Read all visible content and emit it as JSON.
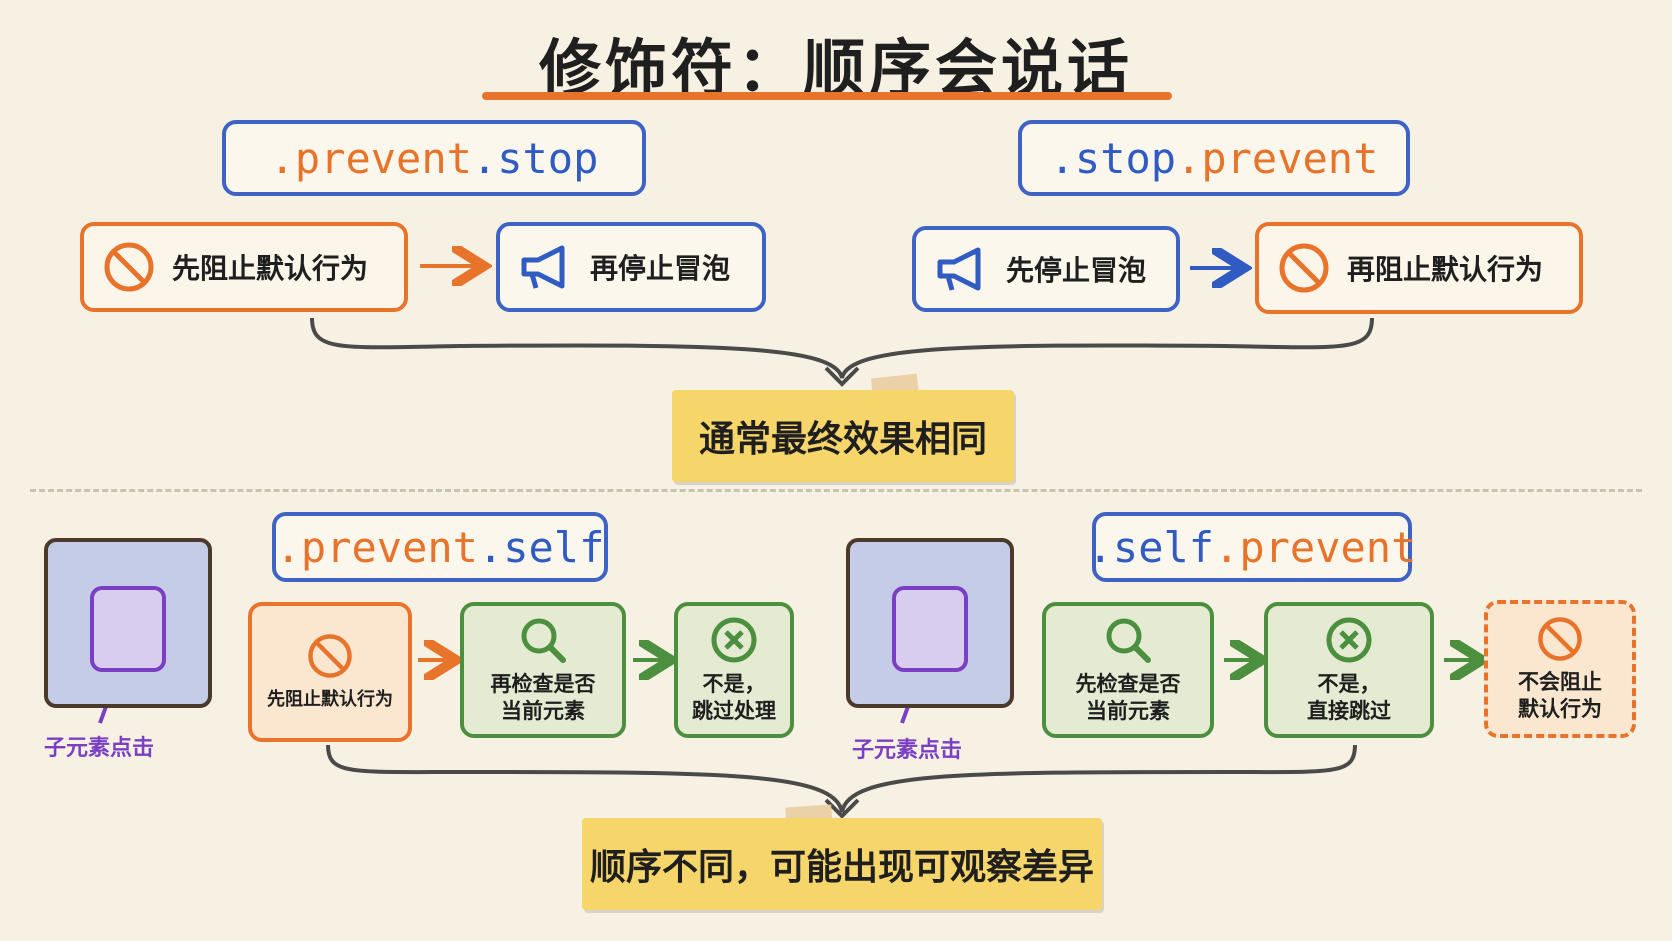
{
  "title": "修饰符：顺序会说话",
  "top": {
    "left": {
      "code_parts": [
        ".prevent",
        ".stop"
      ],
      "step1": "先阻止默认行为",
      "step2": "再停止冒泡"
    },
    "right": {
      "code_parts": [
        ".stop",
        ".prevent"
      ],
      "step1": "先停止冒泡",
      "step2": "再阻止默认行为"
    },
    "conclusion": "通常最终效果相同"
  },
  "bottom": {
    "left": {
      "code_parts": [
        ".prevent",
        ".self"
      ],
      "click_label": "子元素点击",
      "step1": "先阻止默认行为",
      "step2_line1": "再检查是否",
      "step2_line2": "当前元素",
      "step3_line1": "不是，",
      "step3_line2": "跳过处理"
    },
    "right": {
      "code_parts": [
        ".self",
        ".prevent"
      ],
      "click_label": "子元素点击",
      "step1_line1": "先检查是否",
      "step1_line2": "当前元素",
      "step2_line1": "不是，",
      "step2_line2": "直接跳过",
      "step3_line1": "不会阻止",
      "step3_line2": "默认行为"
    },
    "conclusion": "顺序不同，可能出现可观察差异"
  },
  "colors": {
    "background": "#f7f1e3",
    "orange": "#e8732a",
    "blue": "#3e63c4",
    "green": "#4c8f3e",
    "purple": "#7a3fc2",
    "note_yellow": "#f6d56a"
  },
  "icons": [
    "no-entry-icon",
    "megaphone-icon",
    "magnifier-icon",
    "x-circle-icon",
    "right-arrow-icon",
    "brace-arrow-icon"
  ]
}
